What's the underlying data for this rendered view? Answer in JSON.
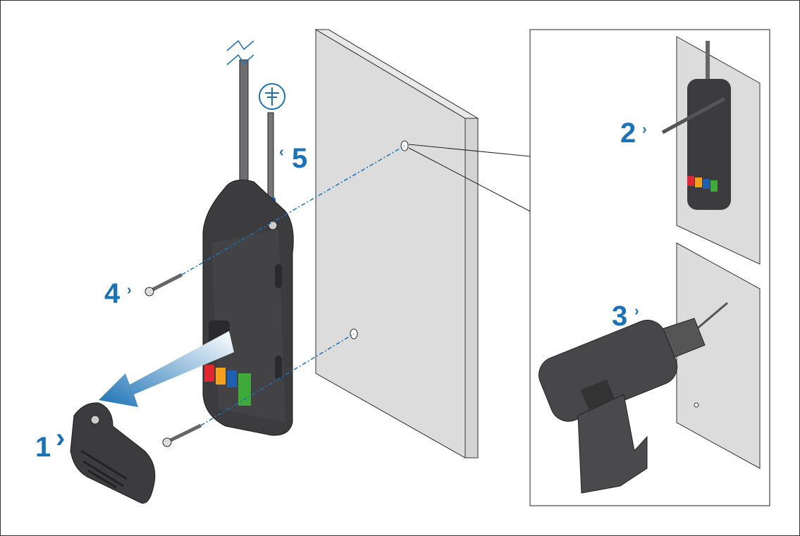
{
  "steps": [
    {
      "label": "1"
    },
    {
      "label": "2"
    },
    {
      "label": "3"
    },
    {
      "label": "4"
    },
    {
      "label": "5"
    }
  ],
  "icons": {
    "ground": "ground-symbol-icon",
    "chevron": "chevron-icon"
  },
  "colors": {
    "accent": "#1b72b5",
    "device": "#3c3c3e",
    "wall": "#dcdcdd",
    "connector_red": "#e0262e",
    "connector_orange": "#f4a21d",
    "connector_blue": "#1f5fb0",
    "connector_green": "#3daa3a"
  }
}
